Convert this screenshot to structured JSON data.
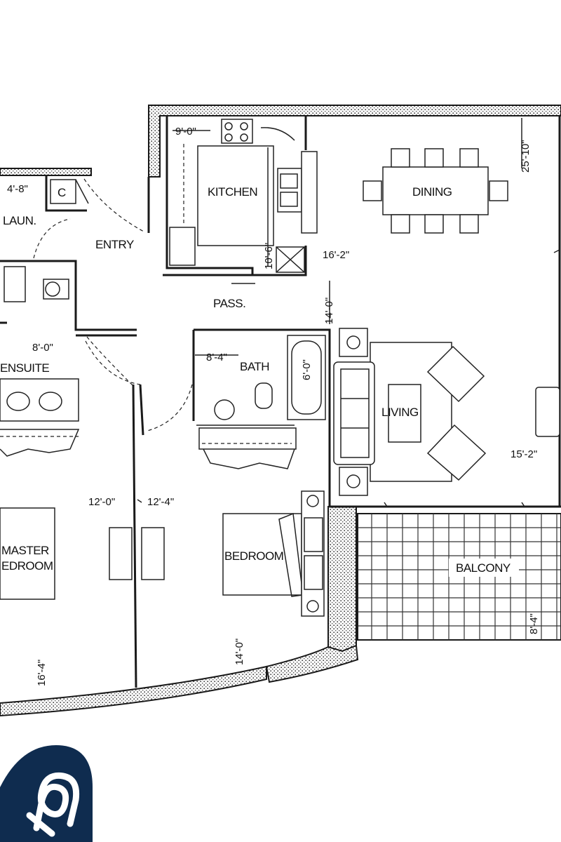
{
  "rooms": {
    "kitchen": "KITCHEN",
    "dining": "DINING",
    "entry": "ENTRY",
    "laundry": "LAUN.",
    "closet": "C",
    "pass": "PASS.",
    "ensuite": "ENSUITE",
    "bath": "BATH",
    "living": "LIVING",
    "master_line1": "MASTER",
    "master_line2": "EDROOM",
    "bedroom": "BEDROOM",
    "balcony": "BALCONY"
  },
  "dimensions": {
    "kitchen_width": "9'-0\"",
    "kitchen_depth": "10'-6\"",
    "dining_depth": "25'-10\"",
    "dining_width": "16'-2\"",
    "laundry": "4'-8\"",
    "living_depth": "14'-0\"",
    "ensuite": "8'-0\"",
    "bath": "8'-4\"",
    "tub": "6'-0\"",
    "living_width": "15'-2\"",
    "master_width": "12'-0\"",
    "bedroom_width": "12'-4\"",
    "bedroom_depth": "14'-0\"",
    "master_depth": "16'-4\"",
    "balcony_depth": "8'-4\""
  },
  "colors": {
    "logo_background": "#0f2c4f",
    "logo_mark": "#ffffff",
    "line": "#1a1a1a"
  },
  "logo": {
    "icon": "brand-logo-icon"
  }
}
